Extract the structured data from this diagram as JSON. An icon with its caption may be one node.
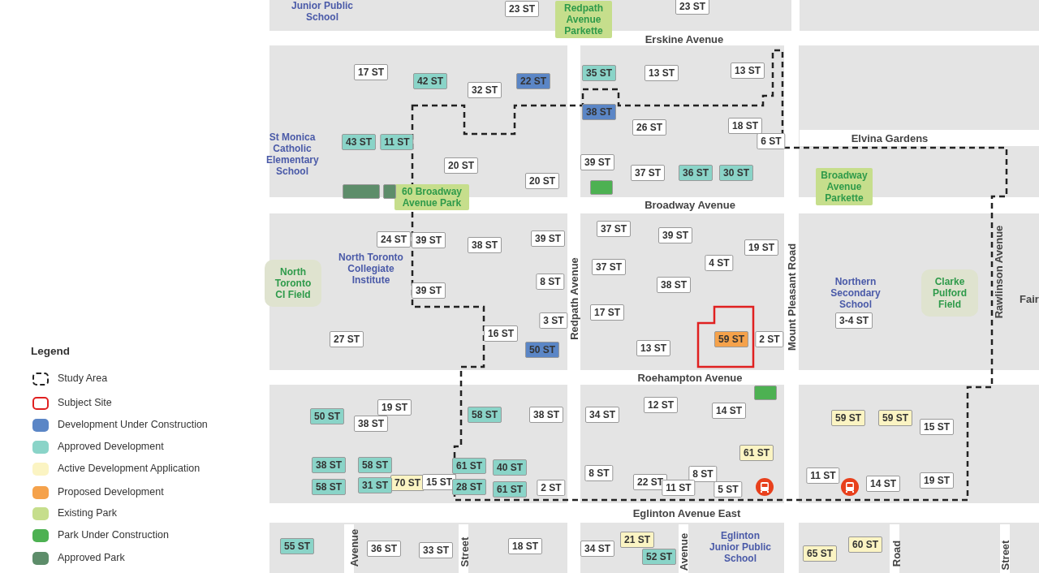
{
  "diagram": {
    "nodes": [
      {
        "text": [
          "Junior Public School"
        ]
      },
      {
        "text": [
          "23 ST"
        ]
      },
      {
        "text": [
          "Redpath Avenue Parkette"
        ]
      },
      {
        "text": [
          "23 ST"
        ]
      },
      {
        "text": [
          "17 ST"
        ]
      },
      {
        "text": [
          "42 ST"
        ]
      },
      {
        "text": [
          "32 ST"
        ]
      },
      {
        "text": [
          "22 ST"
        ]
      },
      {
        "text": [
          "35 ST"
        ]
      },
      {
        "text": [
          "13 ST"
        ]
      },
      {
        "text": [
          "13 ST"
        ]
      },
      {
        "text": [
          "38 ST"
        ]
      },
      {
        "text": [
          "26 ST"
        ]
      },
      {
        "text": [
          "18 ST"
        ]
      },
      {
        "text": [
          "6 ST"
        ]
      },
      {
        "text": [
          "St Monica Catholic Elementary School"
        ]
      },
      {
        "text": [
          "43 ST"
        ]
      },
      {
        "text": [
          "11 ST"
        ]
      },
      {
        "text": [
          "20 ST"
        ]
      },
      {
        "text": [
          "20 ST"
        ]
      },
      {
        "text": [
          "39 ST"
        ]
      },
      {
        "text": [
          "37 ST"
        ]
      },
      {
        "text": [
          "36 ST"
        ]
      },
      {
        "text": [
          "30 ST"
        ]
      },
      {
        "text": [
          "60 Broadway Avenue Park"
        ]
      },
      {
        "text": [],
        "shape": "box"
      },
      {
        "text": [],
        "shape": "box"
      },
      {
        "text": [],
        "shape": "box"
      },
      {
        "text": [
          "Broadway Avenue Parkette"
        ]
      },
      {
        "text": [
          "24 ST"
        ]
      },
      {
        "text": [
          "39 ST"
        ]
      },
      {
        "text": [
          "38 ST"
        ]
      },
      {
        "text": [
          "39 ST"
        ]
      },
      {
        "text": [
          "37 ST"
        ]
      },
      {
        "text": [
          "39 ST"
        ]
      },
      {
        "text": [
          "North Toronto Collegiate Institute"
        ]
      },
      {
        "text": [
          "37 ST"
        ]
      },
      {
        "text": [
          "4 ST"
        ]
      },
      {
        "text": [
          "19 ST"
        ]
      },
      {
        "text": [
          "North Toronto CI Field"
        ]
      },
      {
        "text": [
          "8 ST"
        ]
      },
      {
        "text": [
          "38 ST"
        ]
      },
      {
        "text": [
          "39 ST"
        ]
      },
      {
        "text": [
          "Northern Secondary School"
        ]
      },
      {
        "text": [
          "Clarke Pulford Field"
        ]
      },
      {
        "text": [
          "3-4 ST"
        ]
      },
      {
        "text": [
          "17 ST"
        ]
      },
      {
        "text": [
          "3 ST"
        ]
      },
      {
        "text": [
          "27 ST"
        ]
      },
      {
        "text": [
          "16 ST"
        ]
      },
      {
        "text": [
          "13 ST"
        ]
      },
      {
        "text": [
          "59 ST"
        ]
      },
      {
        "text": [
          "2 ST"
        ]
      },
      {
        "text": [
          "50 ST"
        ]
      },
      {
        "text": [],
        "shape": "box"
      },
      {
        "text": [
          "50 ST"
        ]
      },
      {
        "text": [
          "19 ST"
        ]
      },
      {
        "text": [
          "38 ST"
        ]
      },
      {
        "text": [
          "58 ST"
        ]
      },
      {
        "text": [
          "38 ST"
        ]
      },
      {
        "text": [
          "34 ST"
        ]
      },
      {
        "text": [
          "12 ST"
        ]
      },
      {
        "text": [
          "14 ST"
        ]
      },
      {
        "text": [
          "59 ST"
        ]
      },
      {
        "text": [
          "59 ST"
        ]
      },
      {
        "text": [
          "15 ST"
        ]
      },
      {
        "text": [
          "61 ST"
        ]
      },
      {
        "text": [
          "38 ST"
        ]
      },
      {
        "text": [
          "58 ST"
        ]
      },
      {
        "text": [
          "61 ST"
        ]
      },
      {
        "text": [
          "40 ST"
        ]
      },
      {
        "text": [
          "8 ST"
        ]
      },
      {
        "text": [
          "11 ST"
        ]
      },
      {
        "text": [
          "8 ST"
        ]
      },
      {
        "text": [
          "22 ST"
        ]
      },
      {
        "text": [
          "70 ST"
        ]
      },
      {
        "text": [
          "15 ST"
        ]
      },
      {
        "text": [
          "14 ST"
        ]
      },
      {
        "text": [
          "19 ST"
        ]
      },
      {
        "text": [
          "58 ST"
        ]
      },
      {
        "text": [
          "31 ST"
        ]
      },
      {
        "text": [
          "28 ST"
        ]
      },
      {
        "text": [
          "61 ST"
        ]
      },
      {
        "text": [
          "2 ST"
        ]
      },
      {
        "text": [
          "11 ST"
        ]
      },
      {
        "text": [
          "5 ST"
        ]
      },
      {
        "text": [
          "18 ST"
        ]
      },
      {
        "text": [
          "55 ST"
        ]
      },
      {
        "text": [
          "36 ST"
        ]
      },
      {
        "text": [
          "33 ST"
        ]
      },
      {
        "text": [
          "34 ST"
        ]
      },
      {
        "text": [
          "21 ST"
        ]
      },
      {
        "text": [
          "52 ST"
        ]
      },
      {
        "text": [
          "Eglinton Junior Public School"
        ]
      },
      {
        "text": [
          "65 ST"
        ]
      },
      {
        "text": [
          "60 ST"
        ]
      }
    ],
    "labels": [
      "Erskine Avenue",
      "Elvina Gardens",
      "Broadway Avenue",
      "Redpath Avenue",
      "Mount Pleasant Road",
      "Rawlinson Avenue",
      "Fair",
      "Roehampton Avenue",
      "Eglinton Avenue East",
      "Avenue",
      "Street",
      "Avenue",
      "Road",
      "Street",
      "Legend"
    ],
    "legend": [
      {
        "text": "Study Area"
      },
      {
        "text": "Subject Site"
      },
      {
        "text": "Development Under Construction",
        "color": "#5b86c6"
      },
      {
        "text": "Approved Development",
        "color": "#8ad4c8"
      },
      {
        "text": "Active Development Application",
        "color": "#fbf4c3"
      },
      {
        "text": "Proposed Development",
        "color": "#f5a24b"
      },
      {
        "text": "Existing Park",
        "color": "#c6de8c"
      },
      {
        "text": "Park Under Construction",
        "color": "#4db152"
      },
      {
        "text": "Approved Park",
        "color": "#5d8d6a"
      }
    ]
  }
}
